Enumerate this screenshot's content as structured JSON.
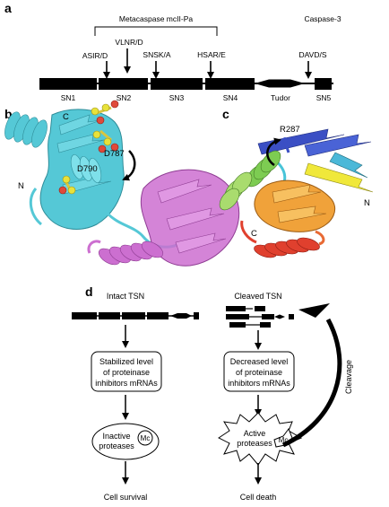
{
  "panel_a": {
    "letter": "a",
    "bracket_label": "Metacaspase mcII-Pa",
    "caspase_label": "Caspase-3",
    "sites": [
      "ASIR/D",
      "VLNR/D",
      "SNSK/A",
      "HSAR/E",
      "DAVD/S"
    ],
    "domains": [
      "SN1",
      "SN2",
      "SN3",
      "SN4",
      "Tudor",
      "SN5"
    ]
  },
  "panel_b": {
    "letter": "b",
    "labels": {
      "c_term": "C",
      "n_term": "N",
      "d787": "D787",
      "d790": "D790"
    },
    "colors": {
      "sn": "#55c8d6",
      "tudor": "#cc6fd0"
    }
  },
  "panel_c": {
    "letter": "c",
    "labels": {
      "r287": "R287",
      "c_term": "C",
      "n_term": "N"
    }
  },
  "panel_d": {
    "letter": "d",
    "intact": {
      "title": "Intact TSN",
      "box": [
        "Stabilized level",
        "of proteinase",
        "inhibitors mRNAs"
      ],
      "ellipse": [
        "Inactive",
        "proteases"
      ],
      "mc": "Mc",
      "outcome": "Cell survival"
    },
    "cleaved": {
      "title": "Cleaved TSN",
      "box": [
        "Decreased level",
        "of proteinase",
        "inhibitors mRNAs"
      ],
      "star": [
        "Active",
        "proteases"
      ],
      "mc": "Mc",
      "outcome": "Cell death",
      "arrow_label": "Cleavage"
    }
  }
}
